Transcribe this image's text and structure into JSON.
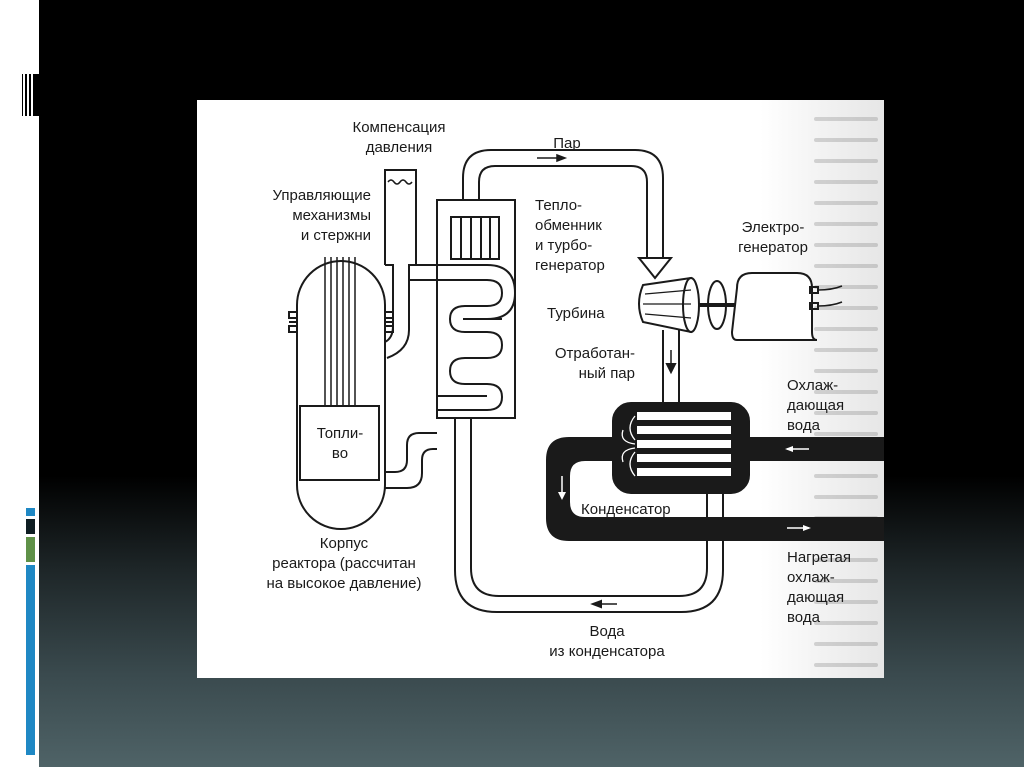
{
  "slide": {
    "theme_colors": {
      "accent_blue": "#1f88c4",
      "accent_dark": "#0e1d22",
      "accent_green": "#5f9148",
      "bottom_gradient": "#4f6367"
    }
  },
  "diagram": {
    "title_labels": {
      "pressure_compensation": [
        "Компенсация",
        "давления"
      ],
      "control_rods": [
        "Управляющие",
        "механизмы",
        "и стержни"
      ],
      "steam": "Пар",
      "heat_exchanger": [
        "Тепло-",
        "обменник",
        "и турбо-",
        "генератор"
      ],
      "electric_generator": [
        "Электро-",
        "генератор"
      ],
      "turbine": "Турбина",
      "spent_steam": [
        "Отработан-",
        "ный пар"
      ],
      "cooling_water": [
        "Охлаж-",
        "дающая",
        "вода"
      ],
      "fuel": [
        "Топли-",
        "во"
      ],
      "condenser": "Конденсатор",
      "reactor_vessel": [
        "Корпус",
        "реактора (рассчитан",
        "на высокое давление)"
      ],
      "heated_cooling_water": [
        "Нагретая",
        "охлаж-",
        "дающая",
        "вода"
      ],
      "condenser_water": [
        "Вода",
        "из конденсатора"
      ]
    },
    "colors": {
      "ink": "#1a1a1a",
      "paper": "#ffffff"
    }
  }
}
